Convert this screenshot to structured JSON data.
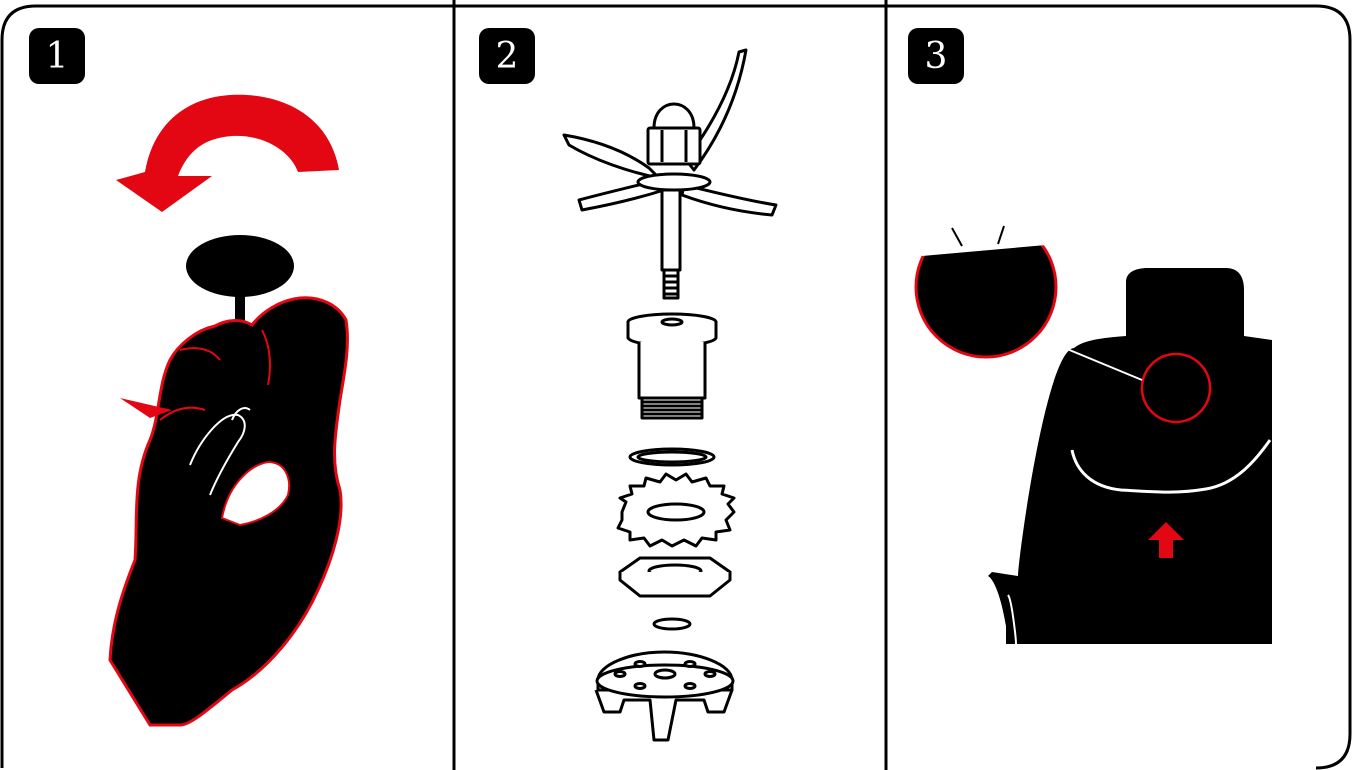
{
  "panels": [
    {
      "step": "1",
      "content": "hand-unscrewing-blade-knob"
    },
    {
      "step": "2",
      "content": "blade-assembly-exploded-view"
    },
    {
      "step": "3",
      "content": "jar-base-with-seal-detail"
    }
  ],
  "colors": {
    "ink": "#000000",
    "accent": "#e30613",
    "paper": "#ffffff",
    "badge_text": "#ffffff"
  }
}
